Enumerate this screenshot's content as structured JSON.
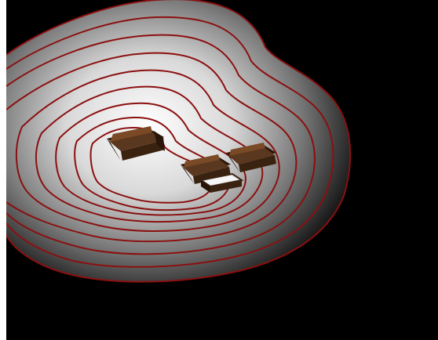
{
  "scene": {
    "background_color": "#000000",
    "contour_color": "#8b1010",
    "glow_center_color": "#ffffff",
    "glow_edge_color": "#000000",
    "sofa_color": "#5a3820",
    "sofa_shadow_color": "#2a1608",
    "table_glass_color": "#e8e8e8",
    "table_frame_color": "#3a2210",
    "objects": [
      {
        "name": "sofa-left",
        "kind": "sofa"
      },
      {
        "name": "sofa-center",
        "kind": "sofa"
      },
      {
        "name": "sofa-right",
        "kind": "sofa"
      },
      {
        "name": "coffee-table",
        "kind": "table"
      }
    ]
  }
}
